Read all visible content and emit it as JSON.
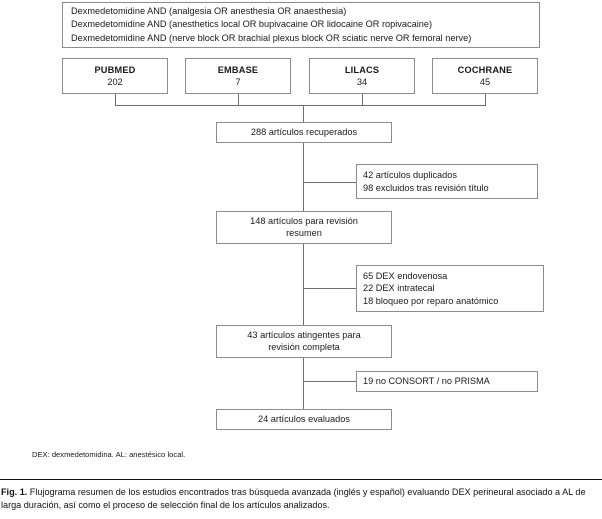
{
  "figure": {
    "query_box": {
      "lines": [
        "Dexmedetomidine AND (analgesia OR anesthesia OR anaesthesia)",
        "Dexmedetomidine AND (anesthetics local OR bupivacaine OR lidocaine OR ropivacaine)",
        "Dexmedetomidine AND (nerve block OR brachial plexus block OR sciatic nerve OR femoral nerve)"
      ]
    },
    "databases": [
      {
        "name": "PUBMED",
        "count": "202"
      },
      {
        "name": "EMBASE",
        "count": "7"
      },
      {
        "name": "LILACS",
        "count": "34"
      },
      {
        "name": "COCHRANE",
        "count": "45"
      }
    ],
    "flow": {
      "retrieved": {
        "lines": [
          "288 artículos recuperados"
        ]
      },
      "abstract_review": {
        "lines": [
          "148 artículos para revisión",
          "resumen"
        ]
      },
      "fulltext_review": {
        "lines": [
          "43 artículos atingentes para",
          "revisión completa"
        ]
      },
      "evaluated": {
        "lines": [
          "24 artículos evaluados"
        ]
      }
    },
    "exclusions": [
      {
        "id": "duplicates-and-title-exclusions",
        "lines": [
          "42 artículos duplicados",
          "98 excluidos tras revisión título"
        ]
      },
      {
        "id": "route-exclusions",
        "lines": [
          "65 DEX endovenosa",
          "22 DEX intratecal",
          "18 bloqueo por reparo anatómico"
        ]
      },
      {
        "id": "reporting-standard-exclusions",
        "lines": [
          "19 no CONSORT / no PRISMA"
        ]
      }
    ],
    "footnote": "DEX: dexmedetomidina. AL: anestésico local."
  },
  "caption": {
    "label": "Fig. 1.",
    "text": " Flujograma resumen de los estudios encontrados tras búsqueda avanzada (inglés y español) evaluando DEX perineural asociado a AL de larga duración, así como el proceso de selección final de los artículos analizados."
  },
  "colors": {
    "box_border": "#8c8c8c",
    "connector": "#6e6e6e",
    "text": "#1a1a1a",
    "caption_rule": "#111111",
    "background": "#ffffff"
  }
}
